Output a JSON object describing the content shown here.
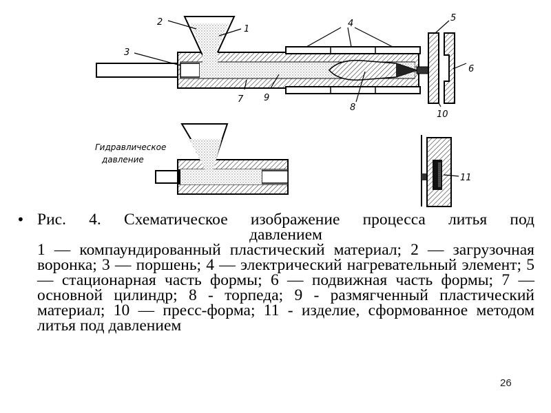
{
  "figure": {
    "labels": {
      "n1": "1",
      "n2": "2",
      "n3": "3",
      "n4": "4",
      "n5": "5",
      "n6": "6",
      "n7": "7",
      "n8": "8",
      "n9": "9",
      "n10": "10",
      "n11": "11"
    },
    "hydraulic_label_line1": "Гидравлическое",
    "hydraulic_label_line2": "давление"
  },
  "caption": {
    "title_line1": "Рис. 4. Схематическое изображение процесса литья под",
    "title_line2": "давлением",
    "legend": "1 — компаундированный пластический материал; 2 — загрузочная воронка; 3 — поршень; 4 — электрический нагревательный элемент; 5 — стационарная часть формы; 6 — подвижная часть формы; 7 — основной цилиндр; 8 - торпеда; 9 - размягченный пластический материал; 10 — пресс-форма; 11 - изделие, сформованное методом литья под давлением"
  },
  "page_number": "26"
}
